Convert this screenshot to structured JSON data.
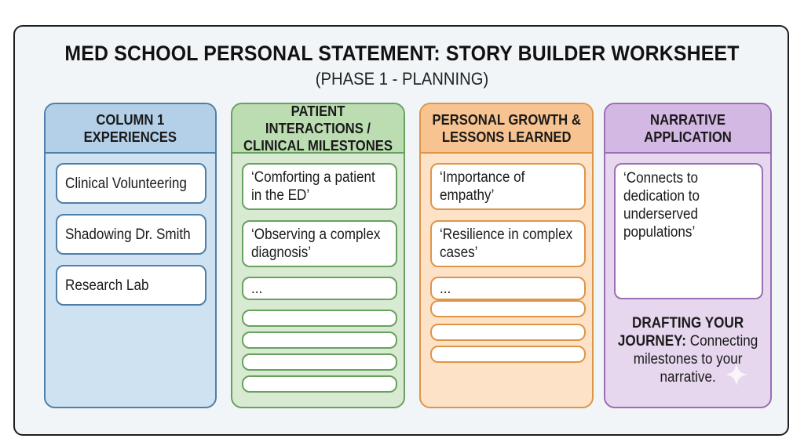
{
  "header": {
    "title": "MED SCHOOL PERSONAL STATEMENT: STORY BUILDER WORKSHEET",
    "subtitle": "(PHASE 1 - PLANNING)"
  },
  "columns": [
    {
      "heading": "COLUMN 1\nEXPERIENCES",
      "entries": [
        "Clinical Volunteering",
        "Shadowing Dr. Smith",
        "Research Lab"
      ]
    },
    {
      "heading": "PATIENT INTERACTIONS /\nCLINICAL MILESTONES",
      "entries": [
        "‘Comforting a patient",
        "in the ED’",
        "‘Observing a complex",
        "diagnosis’",
        "..."
      ]
    },
    {
      "heading": "PERSONAL GROWTH &\nLESSONS LEARNED",
      "entries": [
        "‘Importance of",
        "empathy’",
        "‘Resilience in complex",
        "cases’",
        "..."
      ]
    },
    {
      "heading": "NARRATIVE\nAPPLICATION",
      "entries": [
        "‘Connects to",
        "dedication to",
        "underserved",
        "populations’"
      ],
      "draft_label": "DRAFTING YOUR JOURNEY:",
      "draft_lead": "JOURNEY:",
      "draft_prefix": "DRAFTING YOUR",
      "draft_text_1": "Connecting",
      "draft_text_2": "milestones to your",
      "draft_text_3": "narrative."
    }
  ],
  "colors": {
    "experiences": "#4f7fa8",
    "milestones": "#67a160",
    "growth": "#df9547",
    "narrative": "#9a6fb4"
  },
  "icons": {
    "sparkle": "sparkle-icon"
  }
}
